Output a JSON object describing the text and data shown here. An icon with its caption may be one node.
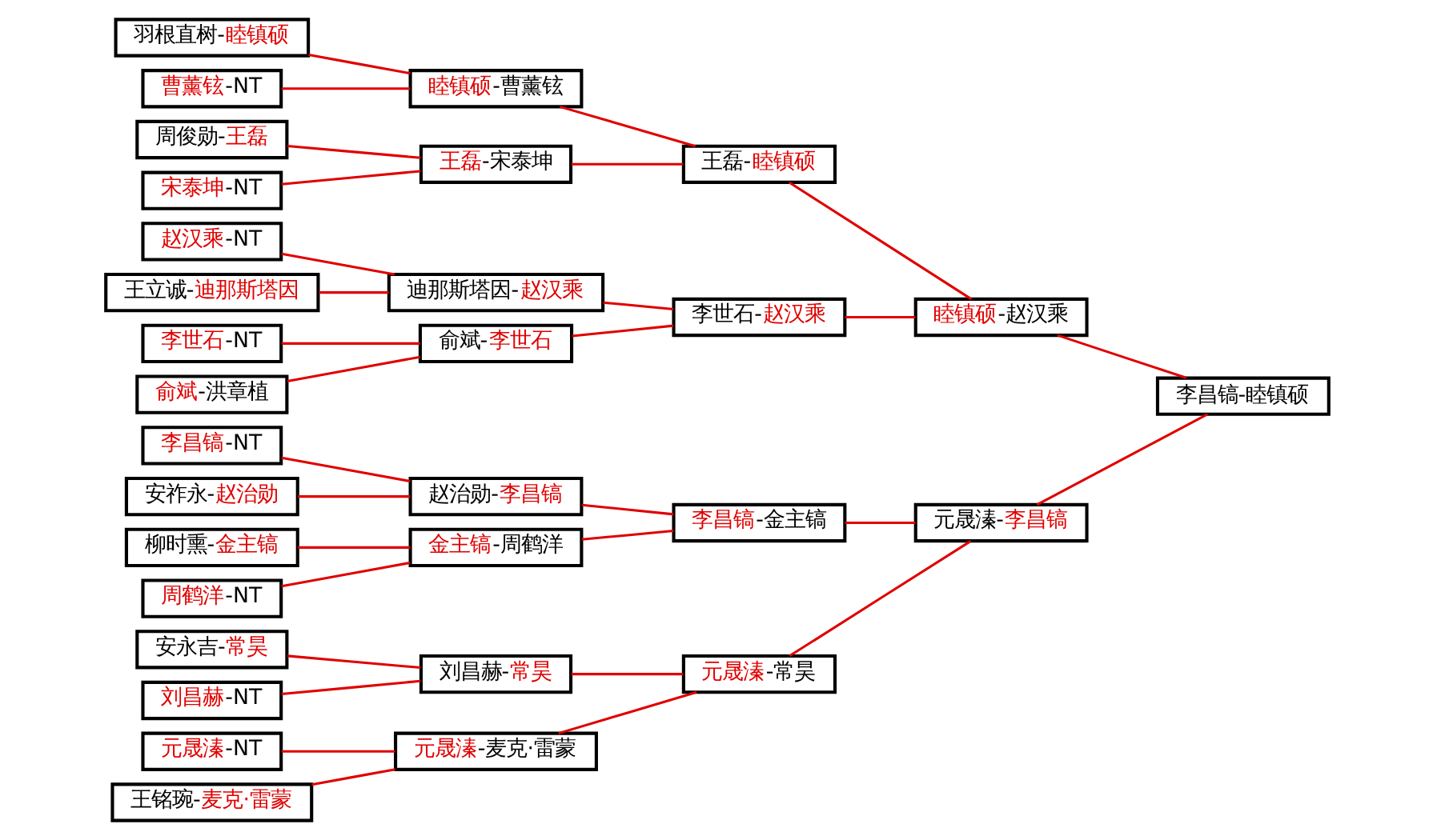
{
  "diagram": {
    "nodes": [
      {
        "text": [
          "李昌镐-NT"
        ]
      },
      {
        "text": [
          "安祚永-赵治勋"
        ]
      },
      {
        "text": [
          "柳时熏-金主镐"
        ]
      },
      {
        "text": [
          "周鹤洋-NT"
        ]
      },
      {
        "text": [
          "元晟溱-NT"
        ]
      },
      {
        "text": [
          "王铭琬-麦克·雷蒙"
        ]
      },
      {
        "text": [
          "安永吉-常昊"
        ]
      },
      {
        "text": [
          "刘昌赫-NT"
        ]
      },
      {
        "text": [
          "羽根直树-睦镇硕"
        ]
      },
      {
        "text": [
          "曹薰铉-NT"
        ]
      },
      {
        "text": [
          "周俊勋-王磊"
        ]
      },
      {
        "text": [
          "宋泰坤-NT"
        ]
      },
      {
        "text": [
          "赵汉乘-NT"
        ]
      },
      {
        "text": [
          "王立诚-迪那斯塔因"
        ]
      },
      {
        "text": [
          "李世石-NT"
        ]
      },
      {
        "text": [
          "俞斌-洪章植"
        ]
      },
      {
        "text": [
          "赵治勋-李昌镐"
        ]
      },
      {
        "text": [
          "金主镐-周鹤洋"
        ]
      },
      {
        "text": [
          "元晟溱-麦克·雷蒙"
        ]
      },
      {
        "text": [
          "刘昌赫-常昊"
        ]
      },
      {
        "text": [
          "睦镇硕-曹薰铉"
        ]
      },
      {
        "text": [
          "王磊-宋泰坤"
        ]
      },
      {
        "text": [
          "迪那斯塔因-赵汉乘"
        ]
      },
      {
        "text": [
          "俞斌-李世石"
        ]
      },
      {
        "text": [
          "李昌镐-金主镐"
        ]
      },
      {
        "text": [
          "元晟溱-常昊"
        ]
      },
      {
        "text": [
          "王磊-睦镇硕"
        ]
      },
      {
        "text": [
          "李世石-赵汉乘"
        ]
      },
      {
        "text": [
          "元晟溱-李昌镐"
        ]
      },
      {
        "text": [
          "睦镇硕-赵汉乘"
        ]
      },
      {
        "text": [
          "李昌镐-睦镇硕"
        ]
      }
    ],
    "edges": [
      {
        "from": 0,
        "to": 16,
        "arrow": "none"
      },
      {
        "from": 1,
        "to": 16,
        "arrow": "none"
      },
      {
        "from": 2,
        "to": 17,
        "arrow": "none"
      },
      {
        "from": 3,
        "to": 17,
        "arrow": "none"
      },
      {
        "from": 4,
        "to": 18,
        "arrow": "none"
      },
      {
        "from": 5,
        "to": 18,
        "arrow": "none"
      },
      {
        "from": 6,
        "to": 19,
        "arrow": "none"
      },
      {
        "from": 7,
        "to": 19,
        "arrow": "none"
      },
      {
        "from": 8,
        "to": 20,
        "arrow": "none"
      },
      {
        "from": 9,
        "to": 20,
        "arrow": "none"
      },
      {
        "from": 10,
        "to": 21,
        "arrow": "none"
      },
      {
        "from": 11,
        "to": 21,
        "arrow": "none"
      },
      {
        "from": 12,
        "to": 22,
        "arrow": "none"
      },
      {
        "from": 13,
        "to": 22,
        "arrow": "none"
      },
      {
        "from": 14,
        "to": 23,
        "arrow": "none"
      },
      {
        "from": 15,
        "to": 23,
        "arrow": "none"
      },
      {
        "from": 16,
        "to": 24,
        "arrow": "none"
      },
      {
        "from": 17,
        "to": 24,
        "arrow": "none"
      },
      {
        "from": 18,
        "to": 25,
        "arrow": "none"
      },
      {
        "from": 19,
        "to": 25,
        "arrow": "none"
      },
      {
        "from": 20,
        "to": 26,
        "arrow": "none"
      },
      {
        "from": 21,
        "to": 26,
        "arrow": "none"
      },
      {
        "from": 22,
        "to": 27,
        "arrow": "none"
      },
      {
        "from": 23,
        "to": 27,
        "arrow": "none"
      },
      {
        "from": 24,
        "to": 28,
        "arrow": "none"
      },
      {
        "from": 25,
        "to": 28,
        "arrow": "none"
      },
      {
        "from": 26,
        "to": 29,
        "arrow": "none"
      },
      {
        "from": 27,
        "to": 29,
        "arrow": "none"
      },
      {
        "from": 28,
        "to": 30,
        "arrow": "none"
      },
      {
        "from": 29,
        "to": 30,
        "arrow": "none"
      }
    ]
  }
}
